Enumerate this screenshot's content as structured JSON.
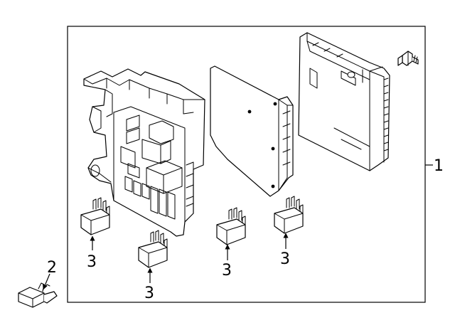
{
  "diagram": {
    "callouts": {
      "module_assembly": "1",
      "fuse": "2",
      "relay": "3"
    }
  }
}
